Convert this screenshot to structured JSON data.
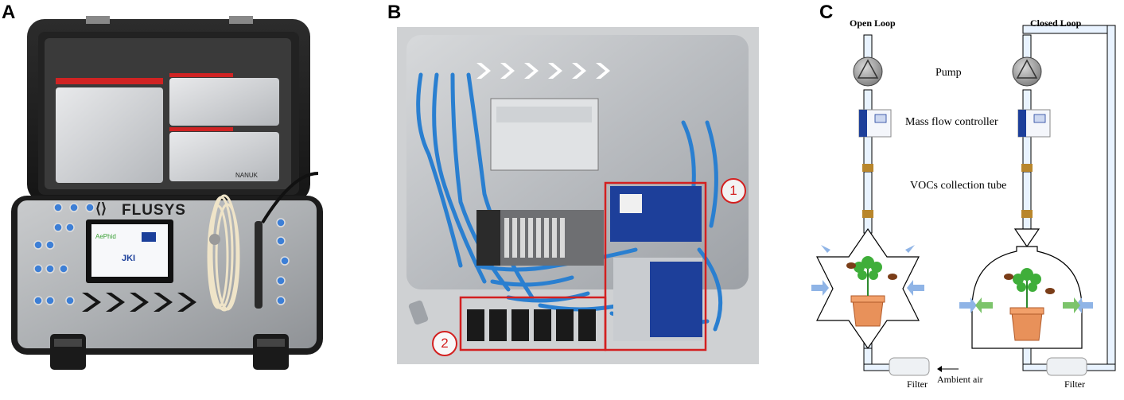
{
  "panels": {
    "a": {
      "letter": "A",
      "brand": "FLUSYS",
      "screen_logo_1": "AePhid",
      "screen_logo_2": "JKI",
      "lid_tag": "NANUK"
    },
    "b": {
      "letter": "B",
      "callouts": [
        "1",
        "2"
      ]
    },
    "c": {
      "letter": "C",
      "open_loop": "Open Loop",
      "closed_loop": "Closed Loop",
      "pump": "Pump",
      "mfc": "Mass flow controller",
      "voc_tube": "VOCs collection tube",
      "filter_left": "Filter",
      "filter_right": "Filter",
      "ambient_air": "Ambient air"
    }
  },
  "colors": {
    "tube_blue": "#2a7fd0",
    "annotation_red": "#d32020",
    "pump_gray": "#9a9a9a",
    "mfc_blue": "#1d3f9a",
    "pot_orange": "#e8915a",
    "leaf_green": "#3fae3a",
    "arrow_blue": "#8fb4e6",
    "arrow_green": "#7cc46b"
  }
}
